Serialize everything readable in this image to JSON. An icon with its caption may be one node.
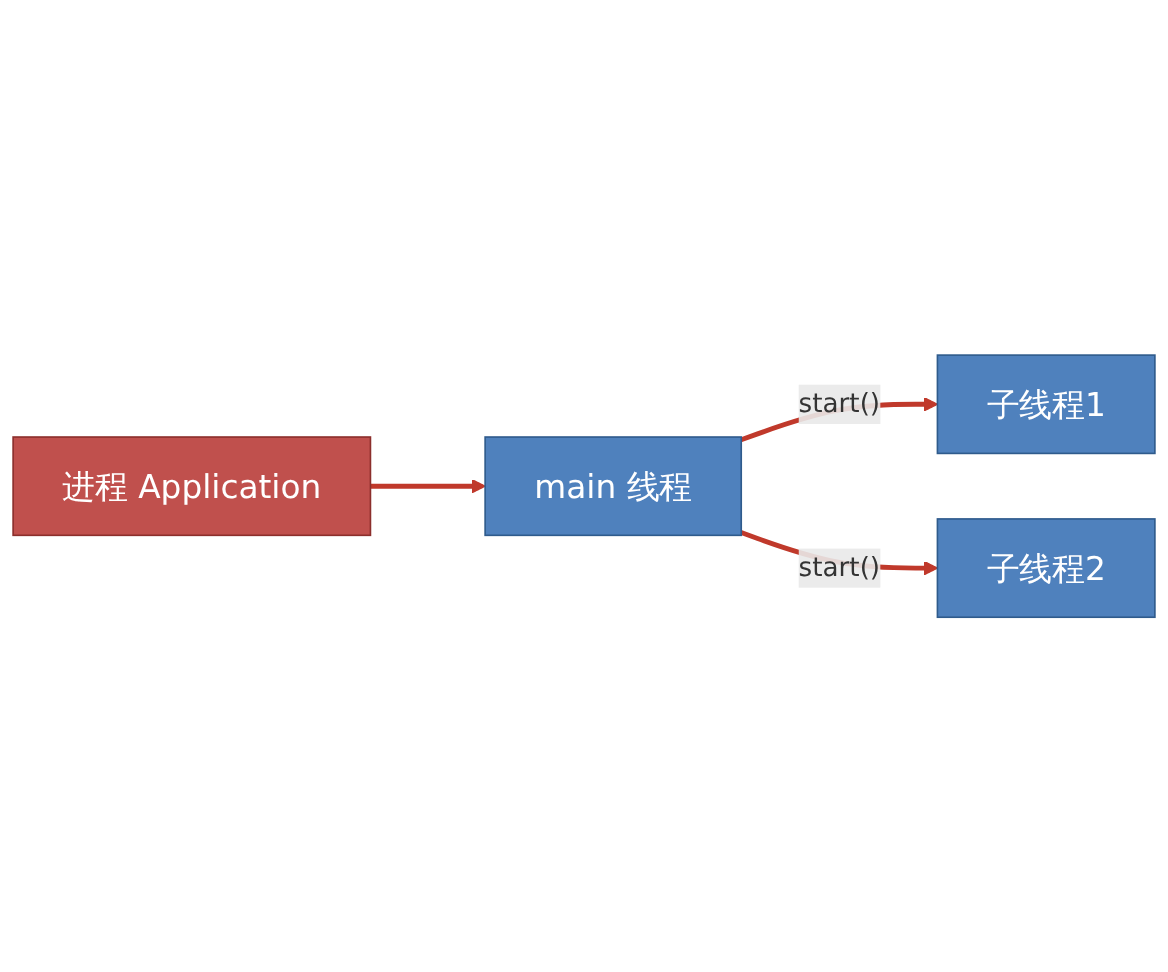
{
  "diagram": {
    "nodes": [
      {
        "text": [
          "进程 Application"
        ]
      },
      {
        "text": [
          "main 线程"
        ]
      },
      {
        "text": [
          "子线程1"
        ]
      },
      {
        "text": [
          "子线程2"
        ]
      }
    ],
    "edges": [
      {
        "from": 0,
        "to": 1,
        "arrow": "to"
      },
      {
        "from": 1,
        "to": 2,
        "arrow": "to",
        "label": "start()"
      },
      {
        "from": 1,
        "to": 3,
        "arrow": "to",
        "label": "start()"
      }
    ]
  }
}
